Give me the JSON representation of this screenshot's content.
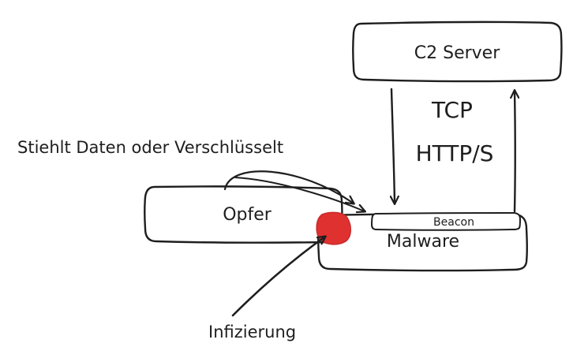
{
  "nodes": {
    "c2_server": "C2 Server",
    "victim": "Opfer",
    "malware": "Malware",
    "beacon": "Beacon"
  },
  "edges": {
    "protocol_line1": "TCP",
    "protocol_line2": "HTTP/S",
    "steal_label": "Stiehlt Daten oder Verschlüsselt",
    "infect_label": "Infizierung"
  },
  "colors": {
    "stroke": "#1e1e1e",
    "infection_point": "#e03131",
    "background": "#ffffff"
  }
}
